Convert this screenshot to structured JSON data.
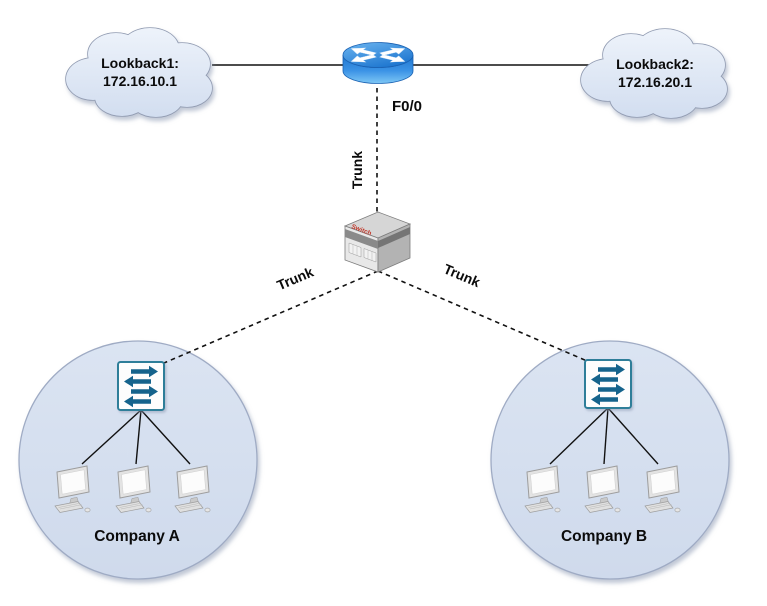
{
  "clouds": {
    "left": {
      "line1": "Lookback1:",
      "line2": "172.16.10.1"
    },
    "right": {
      "line1": "Lookback2:",
      "line2": "172.16.20.1"
    }
  },
  "router": {
    "interface_label": "F0/0"
  },
  "links": {
    "router_to_core_switch": "Trunk",
    "core_switch_to_company_a": "Trunk",
    "core_switch_to_company_b": "Trunk"
  },
  "core_switch": {
    "top_label": "Switch"
  },
  "companies": {
    "left": {
      "label": "Company A"
    },
    "right": {
      "label": "Company B"
    }
  },
  "icons": {
    "router": "router-icon (blue cylinder with white arrows)",
    "core_switch": "switch-3d-box-icon",
    "workgroup_switch": "workgroup-switch-icon (white square, teal arrows)",
    "pc": "workstation-icon (monitor + keyboard + mouse)",
    "cloud": "network-cloud-shape"
  },
  "colors": {
    "router_blue": "#2b87de",
    "switch_arrow_teal": "#15638c",
    "company_zone_fill": "#d5dfef",
    "cloud_fill": "#dde6f4",
    "core_switch_label_red": "#c23b2e",
    "line_black": "#111111"
  }
}
